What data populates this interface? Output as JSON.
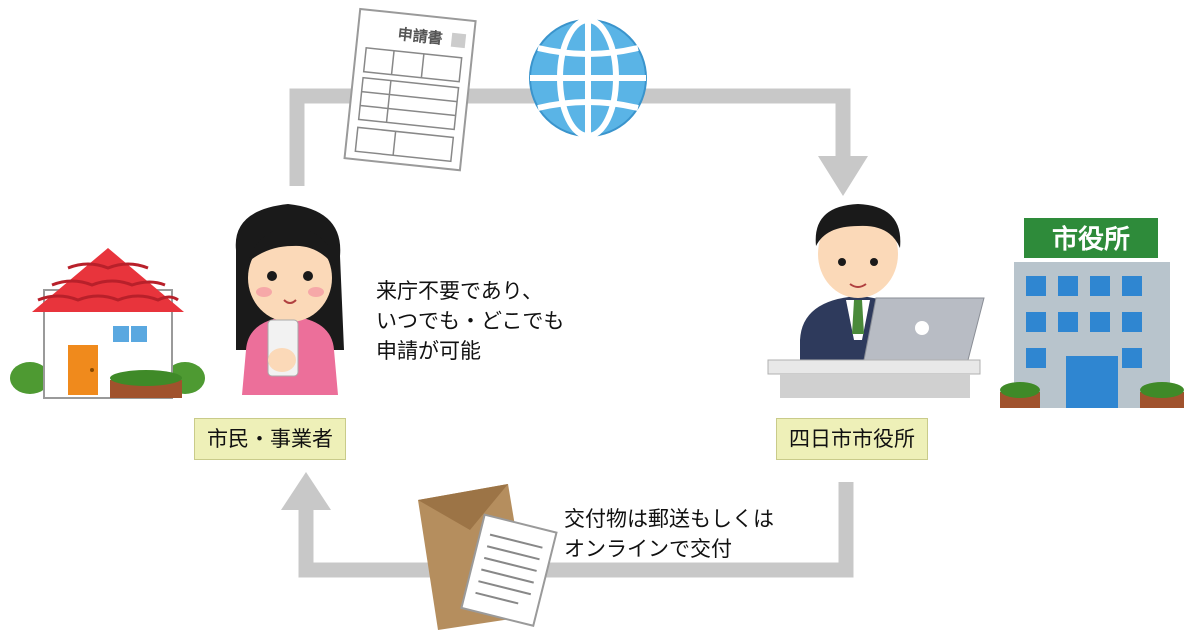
{
  "labels": {
    "citizen": "市民・事業者",
    "city_hall": "四日市市役所"
  },
  "notes": {
    "apply_line1": "来庁不要であり、",
    "apply_line2": "いつでも・どこでも",
    "apply_line3": "申請が可能",
    "deliver_line1": "交付物は郵送もしくは",
    "deliver_line2": "オンラインで交付"
  },
  "form_title": "申請書",
  "building_sign": "市役所",
  "icons": [
    "house-icon",
    "woman-with-phone-icon",
    "application-form-icon",
    "globe-icon",
    "man-at-laptop-icon",
    "city-hall-building-icon",
    "envelope-document-icon"
  ],
  "colors": {
    "arrow": "#c8c8c8",
    "label_bg": "#eef0b8",
    "roof": "#e8343c",
    "globe": "#5ab4e6",
    "sign": "#2e8b3a",
    "building_window": "#2f86d1",
    "envelope": "#b58e5e"
  }
}
